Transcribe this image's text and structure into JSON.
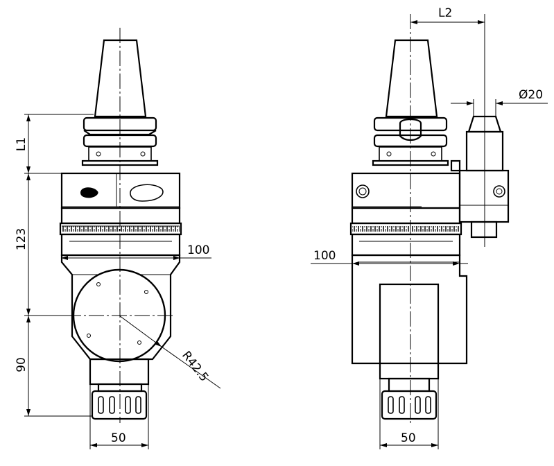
{
  "drawing": {
    "dimensions": {
      "l1": "L1",
      "h123": "123",
      "h90": "90",
      "w100_left": "100",
      "r42_5": "R42.5",
      "w50_left": "50",
      "l2": "L2",
      "d20": "Ø20",
      "w100_right": "100",
      "w50_right": "50"
    }
  }
}
